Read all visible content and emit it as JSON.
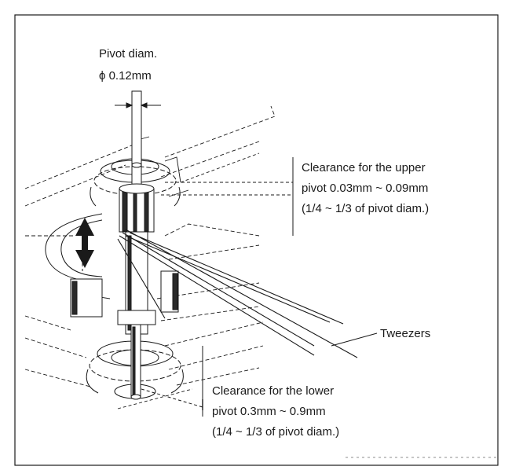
{
  "labels": {
    "pivot_diam_title": "Pivot diam.",
    "pivot_diam_value": "ϕ 0.12mm",
    "upper_line1": "Clearance for the upper",
    "upper_line2": "pivot 0.03mm ~ 0.09mm",
    "upper_line3": "(1/4 ~ 1/3 of pivot diam.)",
    "tweezers": "Tweezers",
    "lower_line1": "Clearance for the lower",
    "lower_line2": "pivot 0.3mm ~ 0.9mm",
    "lower_line3": "(1/4 ~ 1/3 of pivot diam.)"
  },
  "colors": {
    "ink": "#1a1a1a",
    "paper": "#ffffff",
    "shade": "#2a2a2a"
  },
  "icons": {
    "movement": "double-headed-vertical-arrow-icon"
  }
}
